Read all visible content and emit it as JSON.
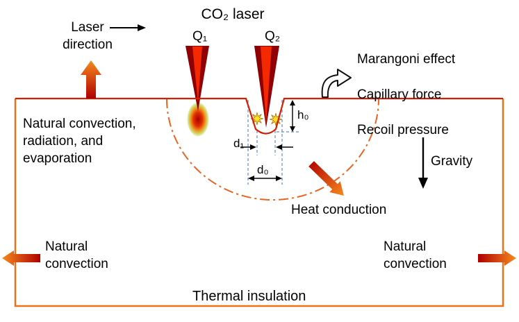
{
  "title": "CO₂ laser",
  "beams": {
    "q1": "Q₁",
    "q2": "Q₂"
  },
  "annotations": {
    "laser_direction": "Laser\ndirection",
    "surface_effects": [
      "Marangoni effect",
      "Capillary force",
      "Recoil pressure"
    ],
    "left_surface": "Natural convection,\nradiation,  and\nevaporation",
    "heat_conduction": "Heat conduction",
    "gravity": "Gravity",
    "convection_left": "Natural\nconvection",
    "convection_right": "Natural\nconvection",
    "thermal_insulation": "Thermal insulation"
  },
  "dimensions": {
    "keyhole_depth": "h₀",
    "keyhole_width_bottom": "d₁",
    "keyhole_width_top": "d₀"
  },
  "colors": {
    "surface_line": "#d42000",
    "box_border": "#e8731a",
    "beam_outer": "#8e0004",
    "beam_core": "#ff2e00",
    "melt_boundary": "#e8641e",
    "dimension_guide": "#6688cc",
    "arrow_dark": "#b00000",
    "arrow_bright": "#f58a1e",
    "spark": "#ffe32a",
    "text": "#000000"
  }
}
